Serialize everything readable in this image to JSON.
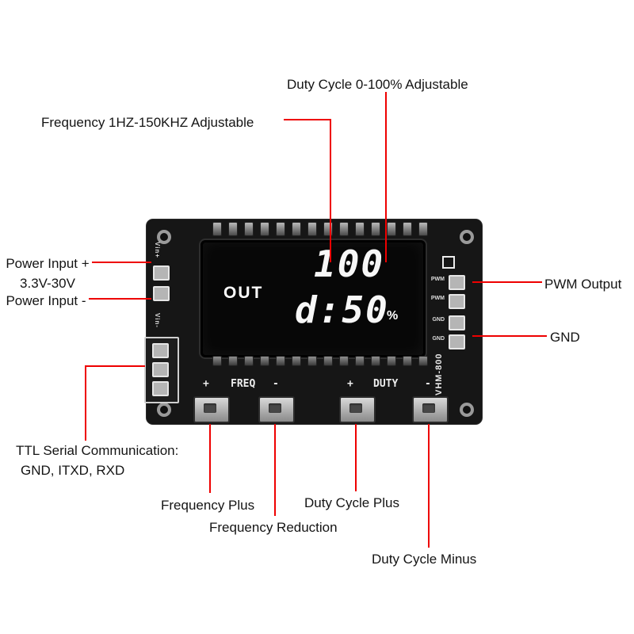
{
  "annotations": {
    "duty_adjust": "Duty Cycle 0-100% Adjustable",
    "freq_adjust": "Frequency 1HZ-150KHZ Adjustable",
    "power_plus_line1": "Power Input +",
    "power_plus_line2": "3.3V-30V",
    "power_minus": "Power Input -",
    "pwm_output": "PWM Output",
    "gnd": "GND",
    "ttl_line1": "TTL Serial Communication:",
    "ttl_line2": "GND, ITXD, RXD",
    "freq_plus": "Frequency Plus",
    "freq_reduction": "Frequency Reduction",
    "duty_plus": "Duty Cycle Plus",
    "duty_minus": "Duty Cycle Minus"
  },
  "board": {
    "model": "VHM-800",
    "display": {
      "out_label": "OUT",
      "freq_value": "100",
      "duty_value": "d:50",
      "percent": "%"
    },
    "pads_left": {
      "vin_plus": "Vin+",
      "vin_minus": "Vin-"
    },
    "pads_right": [
      "PWM",
      "PWM",
      "GND",
      "GND"
    ],
    "silkscreen": {
      "freq_plus": "+",
      "freq_label": "FREQ",
      "freq_minus": "-",
      "duty_plus": "+",
      "duty_label": "DUTY",
      "duty_minus": "-"
    }
  },
  "colors": {
    "annotation_line": "#ee0000",
    "pcb": "#161616",
    "lcd": "#070707",
    "silkscreen": "#ededed"
  }
}
